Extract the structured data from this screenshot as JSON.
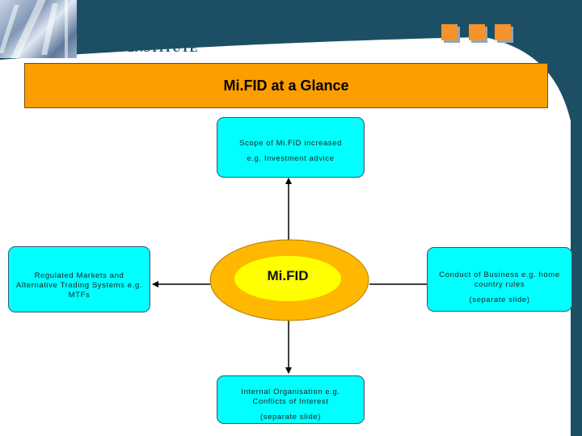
{
  "header": {
    "logo_mark": "S",
    "logo_lines": [
      {
        "cap": "S",
        "rest": "ECURITIES",
        "suffix": "&"
      },
      {
        "cap": "I",
        "rest": "NVESTMENT",
        "suffix": ""
      },
      {
        "cap": "I",
        "rest": "NSTITUTE",
        "suffix": ""
      }
    ]
  },
  "title": "Mi.FID at a Glance",
  "diagram": {
    "center": {
      "label": "Mi.FID"
    },
    "top": {
      "lines": [
        "Scope of Mi.FID increased",
        "e.g. Investment advice"
      ]
    },
    "left": {
      "lines": [
        "Regulated Markets and",
        "Alternative Trading Systems e.g.",
        "MTFs"
      ]
    },
    "right": {
      "lines": [
        "Conduct of Business e.g. home",
        "country rules",
        "(separate slide)"
      ]
    },
    "bottom": {
      "lines": [
        "Internal Organisation e.g.",
        "Conflicts of Interest",
        "(separate slide)"
      ]
    }
  },
  "colors": {
    "background_swoosh": "#1c4f63",
    "title_bar": "#fb9e00",
    "node_fill": "#00ffff",
    "ellipse_outer": "#ffb700",
    "ellipse_inner": "#ffff00",
    "accent_squares": "#f5922a"
  }
}
